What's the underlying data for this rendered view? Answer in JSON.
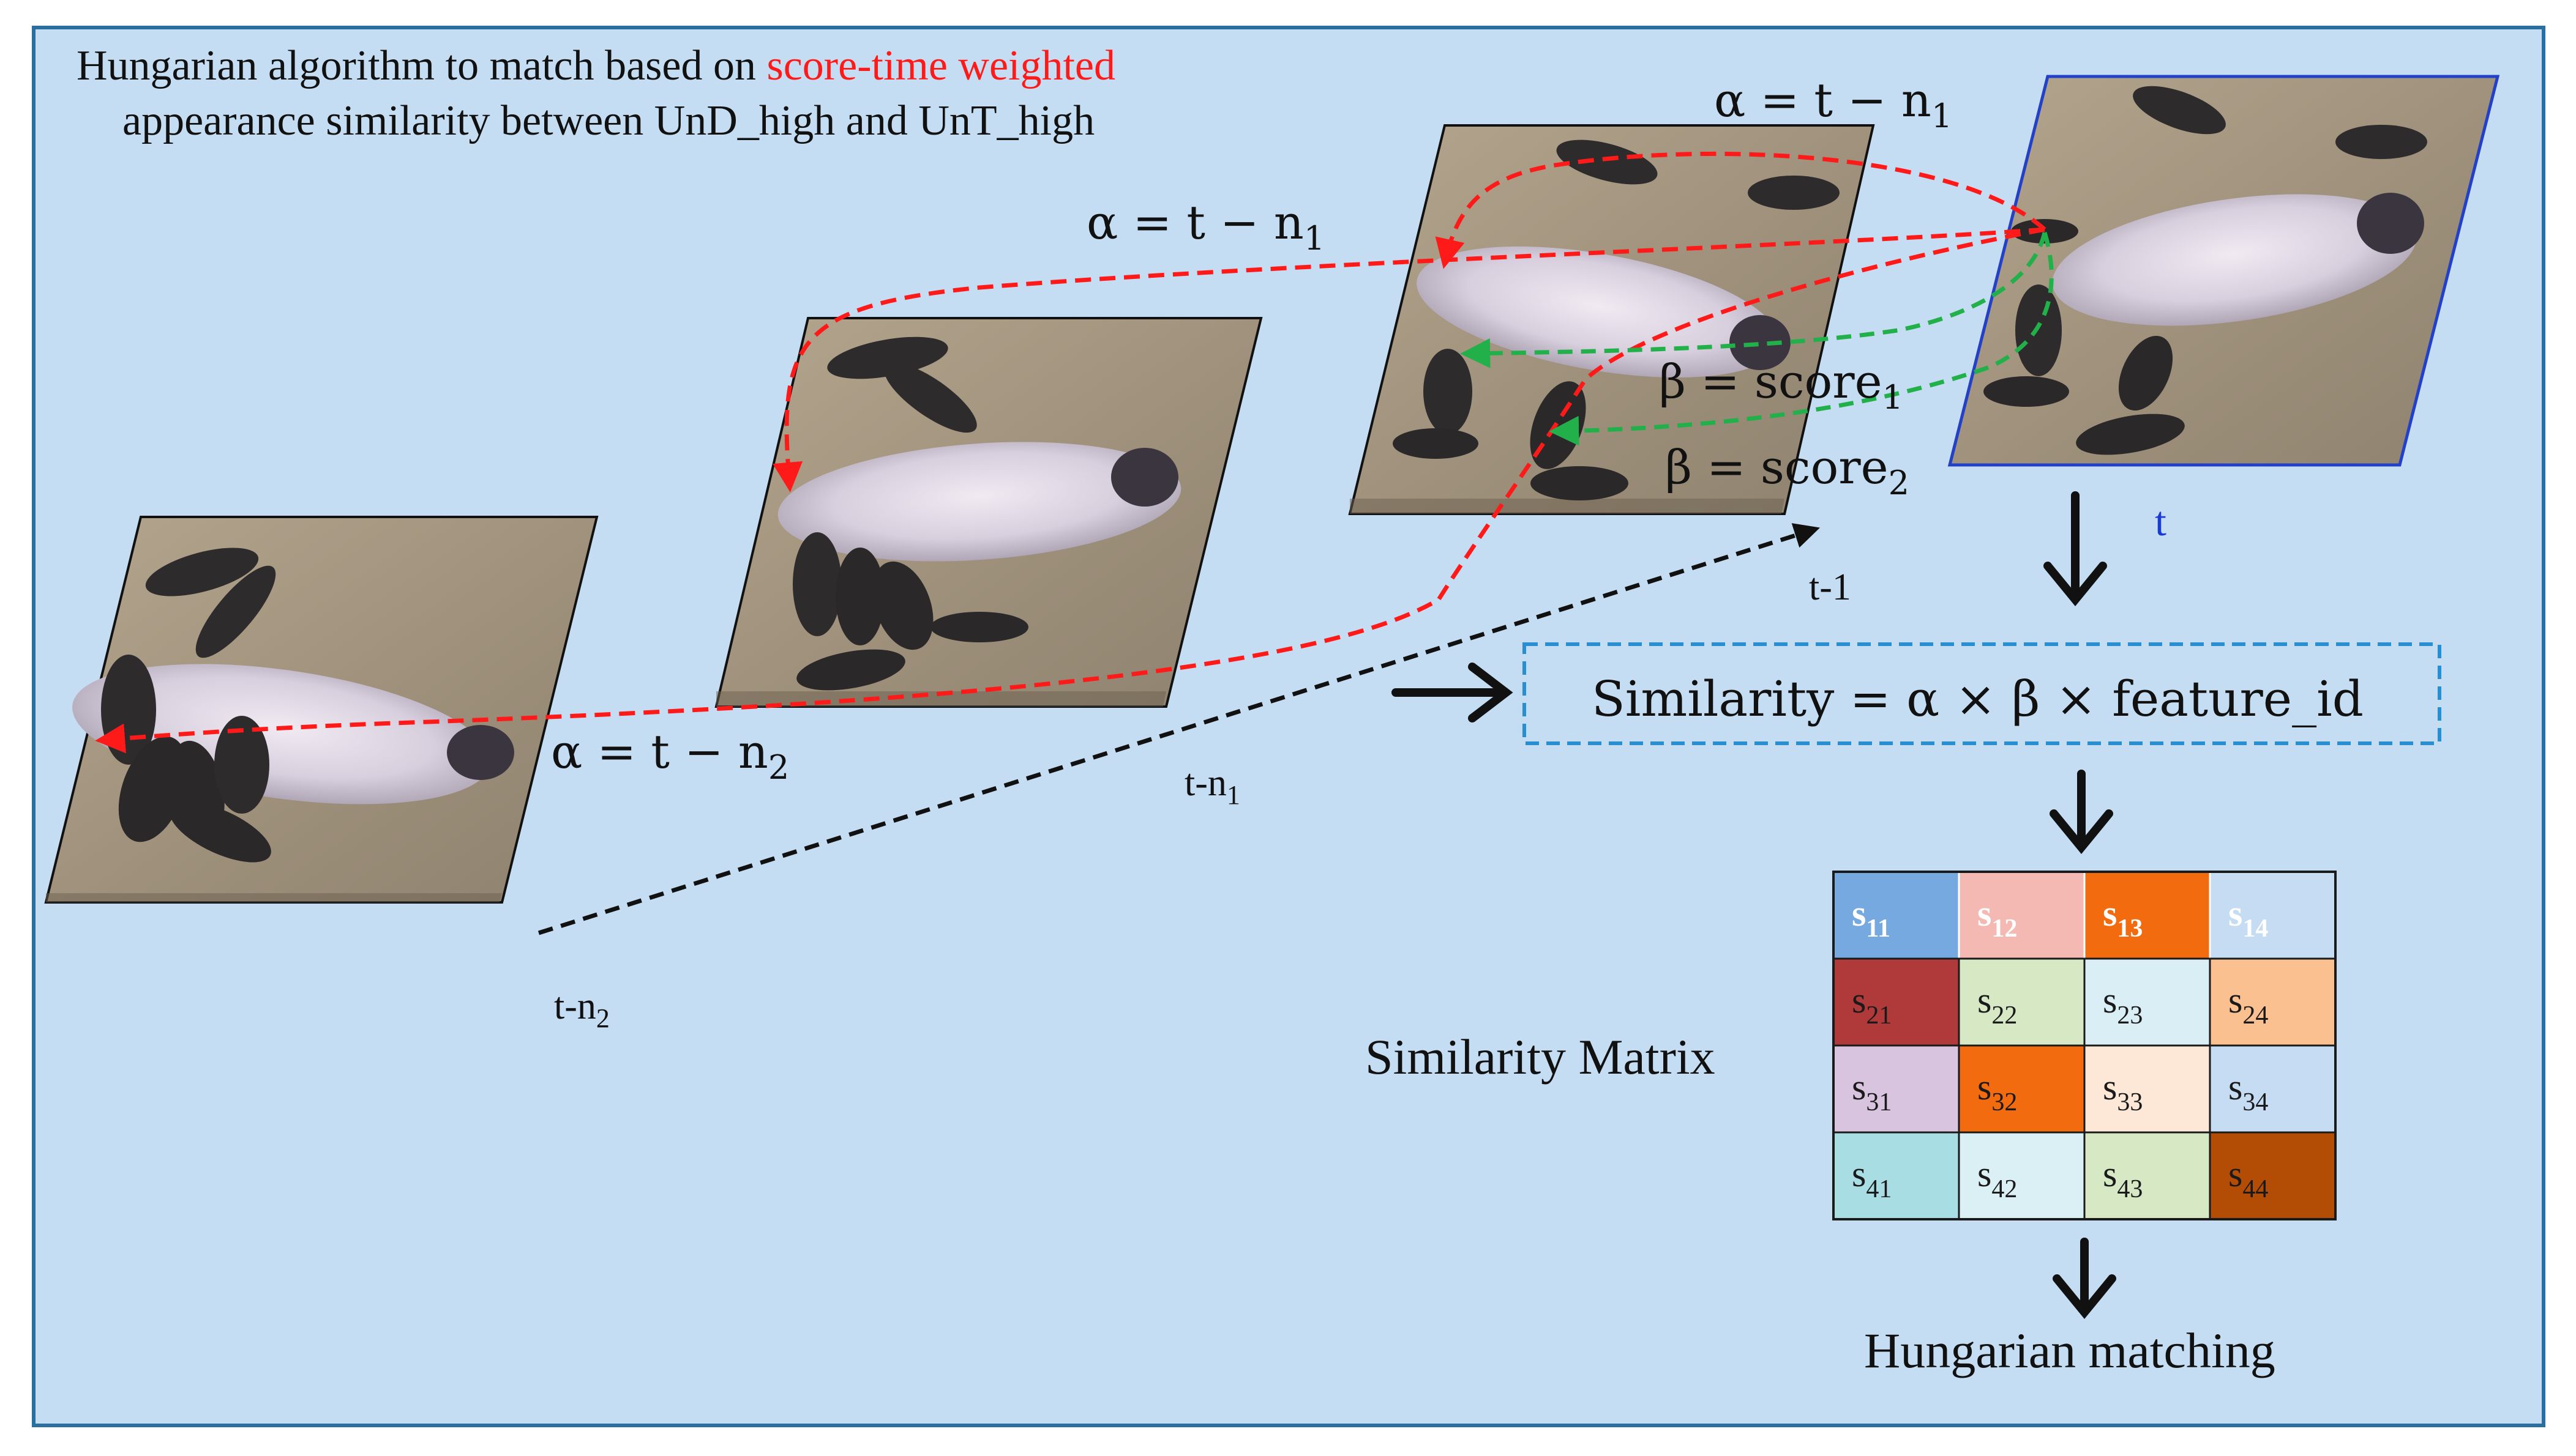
{
  "title": {
    "line1_prefix": "Hungarian algorithm to match based on ",
    "line1_highlight": "score-time weighted",
    "line2": "appearance similarity between UnD_high and UnT_high",
    "highlight_color": "#ff1a1a"
  },
  "frames": {
    "t_label": "t",
    "t1_label": "t-1",
    "tn1_base": "t-n",
    "tn1_sub": "1",
    "tn2_base": "t-n",
    "tn2_sub": "2"
  },
  "annotations": {
    "alpha_top": {
      "base": "α = t − n",
      "sub": "1"
    },
    "alpha_mid": {
      "base": "α = t − n",
      "sub": "1"
    },
    "alpha_low": {
      "base": "α = t − n",
      "sub": "2"
    },
    "beta1": {
      "base": "β = score",
      "sub": "1"
    },
    "beta2": {
      "base": "β = score",
      "sub": "2"
    }
  },
  "formula": "Similarity = α × β × feature_id",
  "matrix": {
    "label": "Similarity Matrix",
    "cells": [
      [
        {
          "base": "s",
          "sub": "11",
          "color": "#76a9e0",
          "bold": true,
          "text": "#ffffff"
        },
        {
          "base": "s",
          "sub": "12",
          "color": "#f4b9b3",
          "bold": true,
          "text": "#ffffff"
        },
        {
          "base": "s",
          "sub": "13",
          "color": "#f26b0f",
          "bold": true,
          "text": "#ffffff"
        },
        {
          "base": "s",
          "sub": "14",
          "color": "#c5dcf2",
          "bold": true,
          "text": "#ffffff"
        }
      ],
      [
        {
          "base": "s",
          "sub": "21",
          "color": "#b03a3a",
          "bold": false,
          "text": "#1a1a1a"
        },
        {
          "base": "s",
          "sub": "22",
          "color": "#d6e8c4",
          "bold": false,
          "text": "#1a1a1a"
        },
        {
          "base": "s",
          "sub": "23",
          "color": "#d9eef5",
          "bold": false,
          "text": "#1a1a1a"
        },
        {
          "base": "s",
          "sub": "24",
          "color": "#fac08f",
          "bold": false,
          "text": "#1a1a1a"
        }
      ],
      [
        {
          "base": "s",
          "sub": "31",
          "color": "#d8c4df",
          "bold": false,
          "text": "#1a1a1a"
        },
        {
          "base": "s",
          "sub": "32",
          "color": "#f26b0f",
          "bold": false,
          "text": "#1a1a1a"
        },
        {
          "base": "s",
          "sub": "33",
          "color": "#fde8d8",
          "bold": false,
          "text": "#1a1a1a"
        },
        {
          "base": "s",
          "sub": "34",
          "color": "#c5dcf2",
          "bold": false,
          "text": "#1a1a1a"
        }
      ],
      [
        {
          "base": "s",
          "sub": "41",
          "color": "#a9dde4",
          "bold": false,
          "text": "#1a1a1a"
        },
        {
          "base": "s",
          "sub": "42",
          "color": "#daf0f5",
          "bold": false,
          "text": "#1a1a1a"
        },
        {
          "base": "s",
          "sub": "43",
          "color": "#d6e8c4",
          "bold": false,
          "text": "#1a1a1a"
        },
        {
          "base": "s",
          "sub": "44",
          "color": "#b34d06",
          "bold": false,
          "text": "#1a1a1a"
        }
      ]
    ]
  },
  "output_label": "Hungarian matching",
  "colors": {
    "background": "#c5ddf2",
    "border": "#2a6f9e",
    "red_dash": "#ff1a1a",
    "green_dash": "#22b04a",
    "black_dash": "#111111",
    "formula_border": "#2a8fd0",
    "t_label": "#1a3ad6"
  }
}
